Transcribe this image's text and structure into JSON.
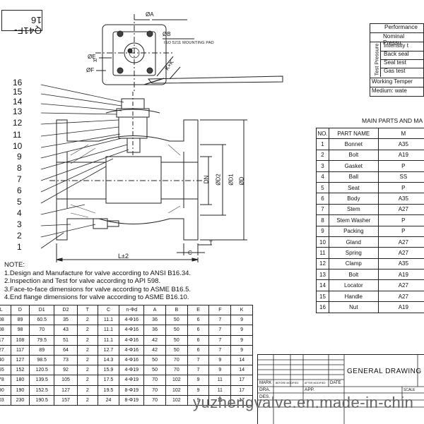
{
  "model_code": "Q41F-16",
  "drawing": {
    "label_A": "ØA",
    "label_B": "ØB",
    "label_E": "ØE",
    "label_F": "ØF",
    "label_H": "H",
    "label_KxK": "K×K",
    "mounting_pad": "ISO 5211 MOUNTING PAD",
    "label_DN": "DN",
    "label_D1": "ØD1",
    "label_D2": "ØD2",
    "label_D": "ØD",
    "label_T": "T",
    "label_C": "C",
    "label_L": "L±2",
    "callouts": [
      "16",
      "15",
      "14",
      "13",
      "12",
      "11",
      "10",
      "9",
      "8",
      "7",
      "6",
      "5",
      "4",
      "3",
      "2",
      "1"
    ]
  },
  "notes": {
    "title": "NOTE:",
    "lines": [
      "1.Design and Manufacture for valve according to ANSI B16.34.",
      "2.Inspection and Test for valve according to API 598.",
      "3.Face-to-face dimensions for valve according to ASME B16.5.",
      "4.End flange dimensions for valve according to ASME B16.10."
    ]
  },
  "performance": {
    "rows": [
      "Performance",
      "Nominal Pressu",
      "Intensity t",
      "Back seal",
      "Seal test",
      "Gas test",
      "Working Temper",
      "Medium: wate"
    ],
    "side_label": "Test Pressure"
  },
  "parts_table": {
    "title": "MAIN PARTS AND MA",
    "headers": [
      "NO.",
      "PART NAME",
      "M"
    ],
    "rows": [
      [
        "1",
        "Bonnet",
        "A35"
      ],
      [
        "2",
        "Bolt",
        "A19"
      ],
      [
        "3",
        "Gasket",
        "P"
      ],
      [
        "4",
        "Ball",
        "SS"
      ],
      [
        "5",
        "Seat",
        "P"
      ],
      [
        "6",
        "Body",
        "A35"
      ],
      [
        "7",
        "Stem",
        "A27"
      ],
      [
        "8",
        "Stem Washer",
        "P"
      ],
      [
        "9",
        "Packing",
        "P"
      ],
      [
        "10",
        "Gland",
        "A27"
      ],
      [
        "11",
        "Spring",
        "A27"
      ],
      [
        "12",
        "Clamp",
        "A35"
      ],
      [
        "13",
        "Bolt",
        "A19"
      ],
      [
        "14",
        "Locator",
        "A27"
      ],
      [
        "15",
        "Handle",
        "A27"
      ],
      [
        "16",
        "Nut",
        "A19"
      ]
    ]
  },
  "dims_table": {
    "headers": [
      "L",
      "D",
      "D1",
      "D2",
      "T",
      "C",
      "n-Φd",
      "A",
      "B",
      "E",
      "F",
      "K"
    ],
    "rows": [
      [
        "08",
        "89",
        "60.5",
        "35",
        "2",
        "11.1",
        "4-Φ16",
        "36",
        "50",
        "6",
        "7",
        "9"
      ],
      [
        "08",
        "98",
        "70",
        "43",
        "2",
        "11.1",
        "4-Φ16",
        "36",
        "50",
        "6",
        "7",
        "9"
      ],
      [
        "17",
        "108",
        "79.5",
        "51",
        "2",
        "11.1",
        "4-Φ16",
        "42",
        "50",
        "6",
        "7",
        "9"
      ],
      [
        "27",
        "117",
        "89",
        "64",
        "2",
        "12.7",
        "4-Φ16",
        "42",
        "50",
        "6",
        "7",
        "9"
      ],
      [
        "40",
        "127",
        "98.5",
        "73",
        "2",
        "14.3",
        "4-Φ16",
        "50",
        "70",
        "7",
        "9",
        "14"
      ],
      [
        "65",
        "152",
        "120.5",
        "92",
        "2",
        "15.9",
        "4-Φ19",
        "50",
        "70",
        "7",
        "9",
        "14"
      ],
      [
        "78",
        "180",
        "139.5",
        "105",
        "2",
        "17.5",
        "4-Φ19",
        "70",
        "102",
        "9",
        "11",
        "17"
      ],
      [
        "90",
        "190",
        "152.5",
        "127",
        "2",
        "19.5",
        "8-Φ19",
        "70",
        "102",
        "9",
        "11",
        "17"
      ],
      [
        "03",
        "230",
        "190.5",
        "157",
        "2",
        "24",
        "8-Φ19",
        "70",
        "102",
        "9",
        "11",
        "17"
      ]
    ]
  },
  "title_block": {
    "general_drawing": "GENERAL DRAWING",
    "mark": "MARK",
    "before_modified": "BEFORE MODIFIED",
    "after_modified": "AFTER MODIFIED",
    "date": "DATE",
    "dra": "DRA.",
    "app": "APP.",
    "scale": "SCALE",
    "des": "DES."
  },
  "watermark": "yuzhengvalve.en.made-in-chin"
}
